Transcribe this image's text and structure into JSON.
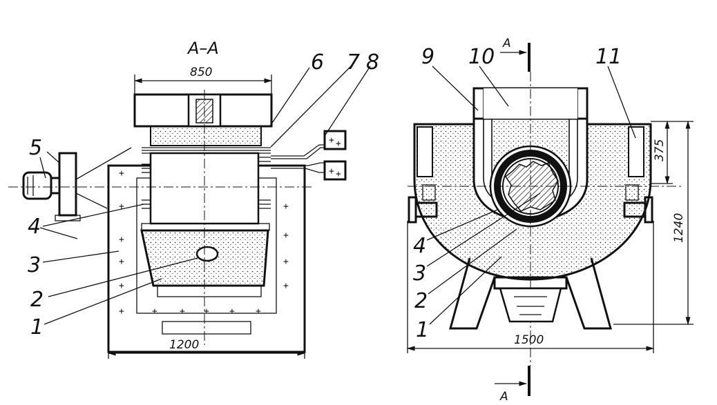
{
  "section_label": "A–A",
  "section_marker_letter": "A",
  "dimensions": {
    "left_top_width": "850",
    "left_base_width": "1200",
    "right_base_width": "1500",
    "right_height": "1240",
    "right_upper_height": "375"
  },
  "callouts_left": [
    "1",
    "2",
    "3",
    "4",
    "5",
    "6",
    "7",
    "8"
  ],
  "callouts_right": [
    "1",
    "2",
    "3",
    "4",
    "9",
    "10",
    "11"
  ]
}
